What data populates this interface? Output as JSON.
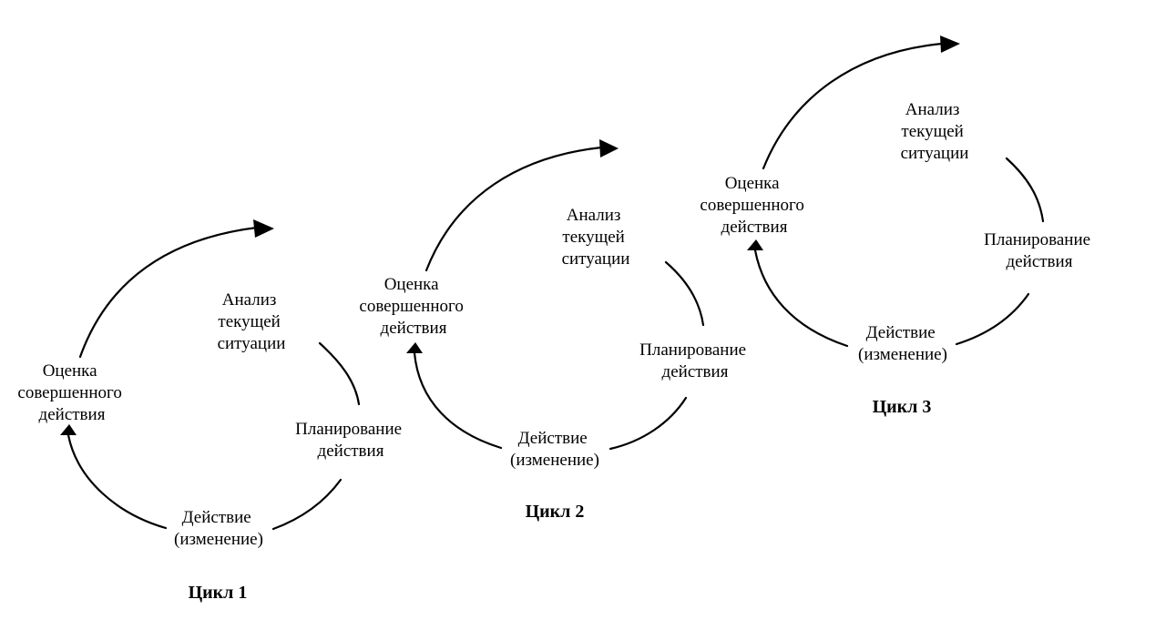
{
  "diagram": {
    "cycles": [
      {
        "caption": "Цикл 1",
        "analysis": [
          "Анализ",
          "текущей",
          "ситуации"
        ],
        "planning": [
          "Планирование",
          "действия"
        ],
        "action": [
          "Действие",
          "(изменение)"
        ],
        "evaluation": [
          "Оценка",
          "совершенного",
          "действия"
        ]
      },
      {
        "caption": "Цикл 2",
        "analysis": [
          "Анализ",
          "текущей",
          "ситуации"
        ],
        "planning": [
          "Планирование",
          "действия"
        ],
        "action": [
          "Действие",
          "(изменение)"
        ],
        "evaluation": [
          "Оценка",
          "совершенного",
          "действия"
        ]
      },
      {
        "caption": "Цикл 3",
        "analysis": [
          "Анализ",
          "текущей",
          "ситуации"
        ],
        "planning": [
          "Планирование",
          "действия"
        ],
        "action": [
          "Действие",
          "(изменение)"
        ],
        "evaluation": [
          "Оценка",
          "совершенного",
          "действия"
        ]
      }
    ],
    "colors": {
      "line": "#000000",
      "background": "#ffffff"
    }
  }
}
